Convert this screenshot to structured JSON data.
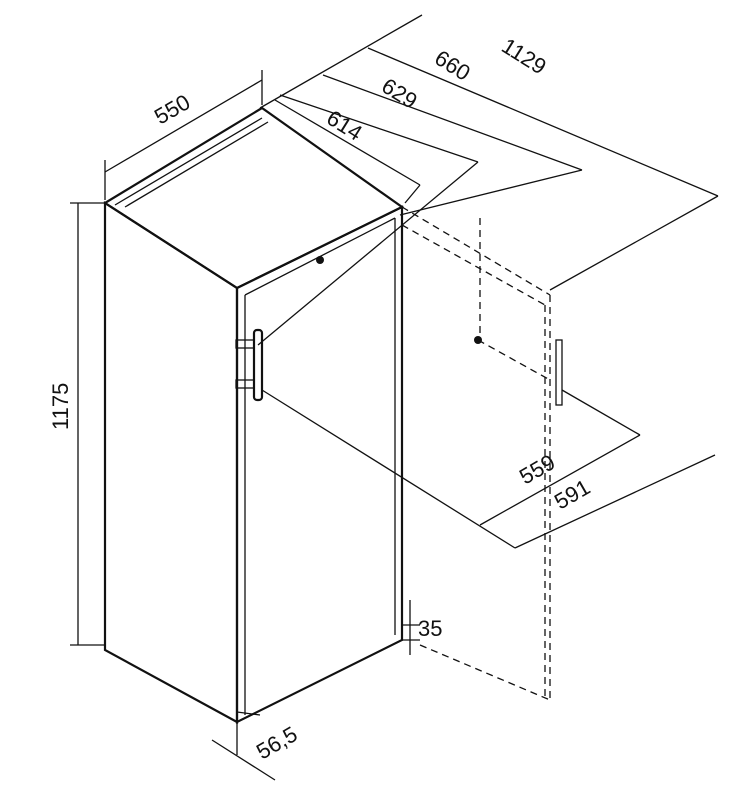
{
  "title": "Appliance dimension drawing",
  "dimensions": {
    "width": "550",
    "depth_body": "614",
    "depth_handle": "629",
    "depth_total": "660",
    "depth_door_open": "1129",
    "height": "1175",
    "door_open_inner": "559",
    "door_open_outer": "591",
    "plinth": "35",
    "door_offset": "56,5"
  }
}
